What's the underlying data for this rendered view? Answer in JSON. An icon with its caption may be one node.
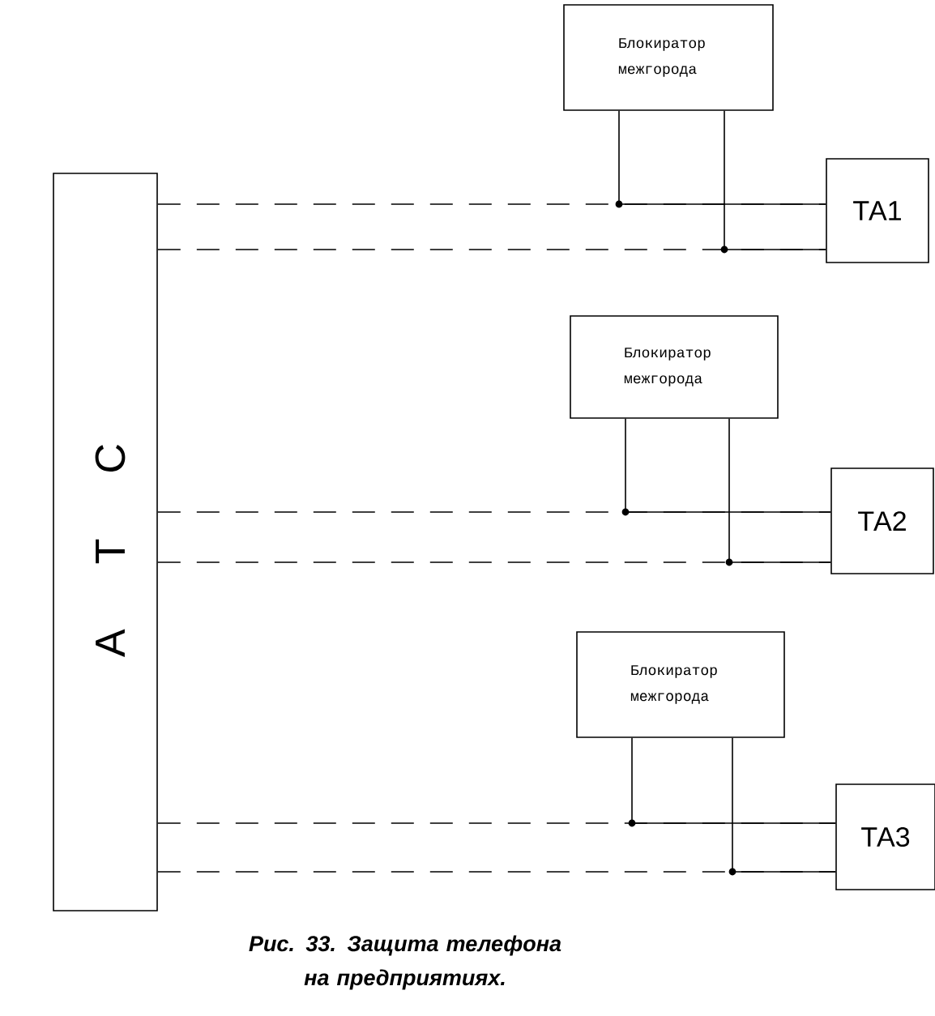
{
  "diagram": {
    "caption": "Рис. 33. Защита телефона на предприятиях.",
    "nodes": [
      {
        "text": [
          "А Т С"
        ]
      },
      {
        "text": [
          "Блокиратор межгорода"
        ]
      },
      {
        "text": [
          "ТА1"
        ]
      },
      {
        "text": [
          "Блокиратор межгорода"
        ]
      },
      {
        "text": [
          "ТА2"
        ]
      },
      {
        "text": [
          "Блокиратор межгорода"
        ]
      },
      {
        "text": [
          "ТА3"
        ]
      }
    ],
    "edges": [
      {
        "from": 0,
        "to": 2,
        "arrow": "none",
        "style": "dashed"
      },
      {
        "from": 0,
        "to": 2,
        "arrow": "none",
        "style": "dashed"
      },
      {
        "from": 1,
        "to": 2,
        "arrow": "none"
      },
      {
        "from": 1,
        "to": 2,
        "arrow": "none"
      },
      {
        "from": 0,
        "to": 4,
        "arrow": "none",
        "style": "dashed"
      },
      {
        "from": 0,
        "to": 4,
        "arrow": "none",
        "style": "dashed"
      },
      {
        "from": 3,
        "to": 4,
        "arrow": "none"
      },
      {
        "from": 3,
        "to": 4,
        "arrow": "none"
      },
      {
        "from": 0,
        "to": 6,
        "arrow": "none",
        "style": "dashed"
      },
      {
        "from": 0,
        "to": 6,
        "arrow": "none",
        "style": "dashed"
      },
      {
        "from": 5,
        "to": 6,
        "arrow": "none"
      },
      {
        "from": 5,
        "to": 6,
        "arrow": "none"
      }
    ]
  }
}
